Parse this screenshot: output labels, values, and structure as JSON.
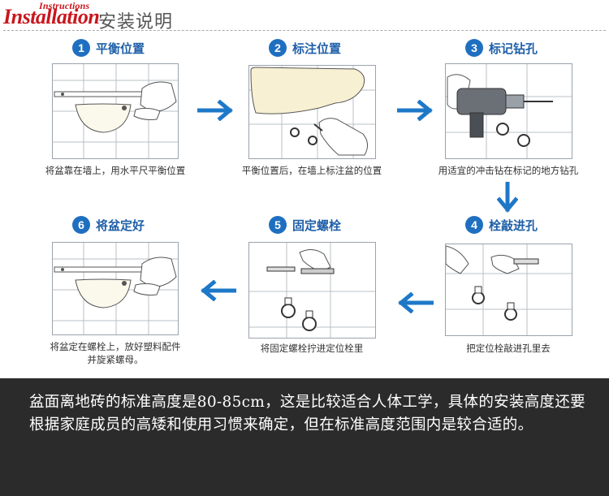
{
  "header": {
    "brand_small": "Instructions",
    "brand_big": "Installation",
    "title_cn": "安装说明"
  },
  "steps": [
    {
      "num": "1",
      "label": "平衡位置",
      "caption": "将盆靠在墙上，用水平尺平衡位置"
    },
    {
      "num": "2",
      "label": "标注位置",
      "caption": "平衡位置后，在墙上标注盆的位置"
    },
    {
      "num": "3",
      "label": "标记钻孔",
      "caption": "用适宜的冲击钻在标记的地方钻孔"
    },
    {
      "num": "4",
      "label": "栓敲进孔",
      "caption": "把定位栓敲进孔里去"
    },
    {
      "num": "5",
      "label": "固定螺栓",
      "caption": "将固定螺栓拧进定位栓里"
    },
    {
      "num": "6",
      "label": "将盆定好",
      "caption_line1": "将盆定在螺栓上，放好塑料配件",
      "caption_line2": "并旋紧螺母。"
    }
  ],
  "banner": {
    "text": "盆面离地砖的标准高度是80-85cm，这是比较适合人体工学，具体的安装高度还要根据家庭成员的高矮和使用习惯来确定，但在标准高度范围内是较合适的。"
  },
  "colors": {
    "brand_red": "#c8161d",
    "step_blue": "#1f6fc0",
    "arrow_blue": "#1e78c8",
    "banner_bg": "#2c2b2c"
  }
}
